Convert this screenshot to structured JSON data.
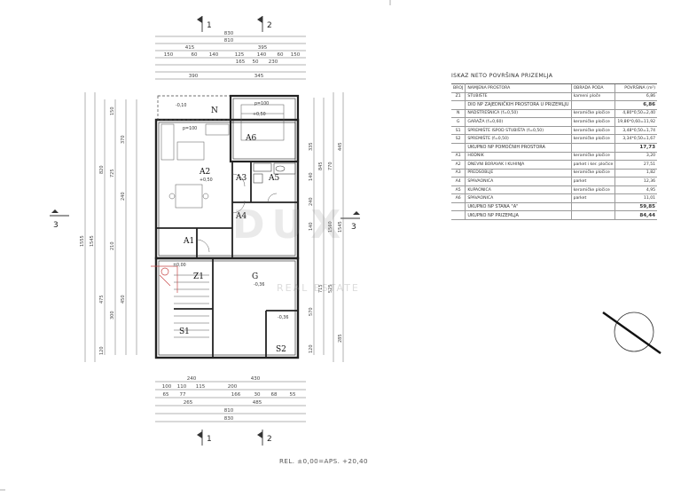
{
  "plan": {
    "dims_top": [
      "830",
      "810",
      "415",
      "395",
      "150",
      "60",
      "140",
      "125",
      "140",
      "60",
      "150",
      "165",
      "50",
      "230",
      "390",
      "345"
    ],
    "dims_bottom": [
      "240",
      "430",
      "100",
      "110",
      "115",
      "200",
      "65",
      "77",
      "166",
      "30",
      "68",
      "55",
      "265",
      "485",
      "810",
      "830"
    ],
    "dims_left": [
      "1555",
      "1545",
      "820",
      "725",
      "370",
      "240",
      "210",
      "475",
      "450",
      "300",
      "150",
      "120"
    ],
    "dims_right": [
      "1560",
      "1545",
      "845",
      "770",
      "445",
      "335",
      "240",
      "140",
      "140",
      "715",
      "570",
      "525",
      "285",
      "120"
    ],
    "section_marks": [
      "1",
      "2",
      "3"
    ],
    "rooms": [
      {
        "id": "N",
        "label": "N"
      },
      {
        "id": "A6",
        "label": "A6"
      },
      {
        "id": "A2",
        "label": "A2"
      },
      {
        "id": "A3",
        "label": "A3"
      },
      {
        "id": "A5",
        "label": "A5"
      },
      {
        "id": "A4",
        "label": "A4"
      },
      {
        "id": "A1",
        "label": "A1"
      },
      {
        "id": "Z1",
        "label": "Z1"
      },
      {
        "id": "G",
        "label": "G"
      },
      {
        "id": "S1",
        "label": "S1"
      },
      {
        "id": "S2",
        "label": "S2"
      }
    ],
    "levels": [
      "-0,10",
      "±0,00",
      "-0,36",
      "-0,36",
      "p=100",
      "p=100",
      "+0,50",
      "+0,50"
    ]
  },
  "table": {
    "title": "ISKAZ NETO POVRŠINA PRIZEMLJA",
    "headers": [
      "BROJ",
      "NAMJENA PROSTORA",
      "OBRADA PODA",
      "POVRŠINA (m²)"
    ],
    "rows": [
      {
        "no": "Z1",
        "name": "STUBIŠTE",
        "floor": "kameni ploče",
        "area": "6,86",
        "type": "row"
      },
      {
        "no": "",
        "name": "DIO NP ZAJEDNIČKIH PROSTORA U PRIZEMLJU",
        "floor": "",
        "area": "6,86",
        "type": "sum"
      },
      {
        "no": "N",
        "name": "NADSTREŠNICA (f=0,50)",
        "floor": "keramičke pločice",
        "area": "4,80*0,50=2,40",
        "type": "row"
      },
      {
        "no": "G",
        "name": "GARAŽA (f=0,60)",
        "floor": "keramičke pločice",
        "area": "19,86*0,60=11,92",
        "type": "row"
      },
      {
        "no": "S1",
        "name": "SPREMIŠTE ISPOD STUBIŠTA (f=0,50)",
        "floor": "keramičke pločice",
        "area": "3,48*0,50=1,74",
        "type": "row"
      },
      {
        "no": "S2",
        "name": "SPREMIŠTE (f=0,50)",
        "floor": "keramičke pločice",
        "area": "3,34*0,50=1,67",
        "type": "row"
      },
      {
        "no": "",
        "name": "UKUPNO NP POMOĆNIH PROSTORA",
        "floor": "",
        "area": "17,73",
        "type": "sum"
      },
      {
        "no": "A1",
        "name": "HODNIK",
        "floor": "keramičke pločice",
        "area": "3,20",
        "type": "row"
      },
      {
        "no": "A2",
        "name": "DNEVNI BORAVAK I KUHINJA",
        "floor": "parket i ker. pločice",
        "area": "27,51",
        "type": "row"
      },
      {
        "no": "A3",
        "name": "PREDSOBLJE",
        "floor": "keramičke pločice",
        "area": "1,82",
        "type": "row"
      },
      {
        "no": "A4",
        "name": "SPAVAONICA",
        "floor": "parket",
        "area": "12,36",
        "type": "row"
      },
      {
        "no": "A5",
        "name": "KUPAONICA",
        "floor": "keramičke pločice",
        "area": "4,95",
        "type": "row"
      },
      {
        "no": "A6",
        "name": "SPAVAONICA",
        "floor": "parket",
        "area": "11,01",
        "type": "row"
      },
      {
        "no": "",
        "name": "UKUPNO NP STANA \"A\"",
        "floor": "",
        "area": "59,85",
        "type": "sum"
      },
      {
        "no": "",
        "name": "UKUPNO NP PRIZEMLJA",
        "floor": "",
        "area": "84,44",
        "type": "sum"
      }
    ]
  },
  "footer": "REL. ±0,00=APS. +20,40",
  "watermark": {
    "main": "DUX",
    "sub": "REAL ESTATE"
  }
}
